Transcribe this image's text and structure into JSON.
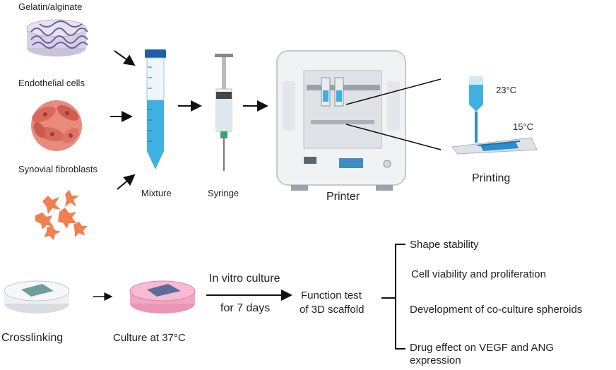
{
  "top_row": {
    "inputs": [
      {
        "label": "Gelatin/alginate"
      },
      {
        "label": "Endothelial cells"
      },
      {
        "label": "Synovial fibroblasts"
      }
    ],
    "mixture_label": "Mixture",
    "syringe_label": "Syringe",
    "printer_label": "Printer",
    "printing": {
      "label": "Printing",
      "temp_nozzle": "23°C",
      "temp_bed": "15°C"
    }
  },
  "bottom_row": {
    "crosslinking_label": "Crosslinking",
    "culture_label": "Culture at 37°C",
    "in_vitro_line1": "In vitro culture",
    "in_vitro_line2": "for 7 days",
    "function_line1": "Function test",
    "function_line2": "of 3D scaffold",
    "tests": [
      {
        "label": "Shape stability"
      },
      {
        "label": "Cell viability and proliferation"
      },
      {
        "label": "Development of co-culture spheroids"
      },
      {
        "label": "Drug effect on VEGF and ANG"
      },
      {
        "label": "expression"
      }
    ]
  },
  "colors": {
    "tube_liquid": "#3fb0e0",
    "cell_red": "#e07060",
    "fibroblast_orange": "#f08050",
    "hydrogel_purple": "#8c7bb0",
    "dish_pink": "#f3a6c4"
  }
}
